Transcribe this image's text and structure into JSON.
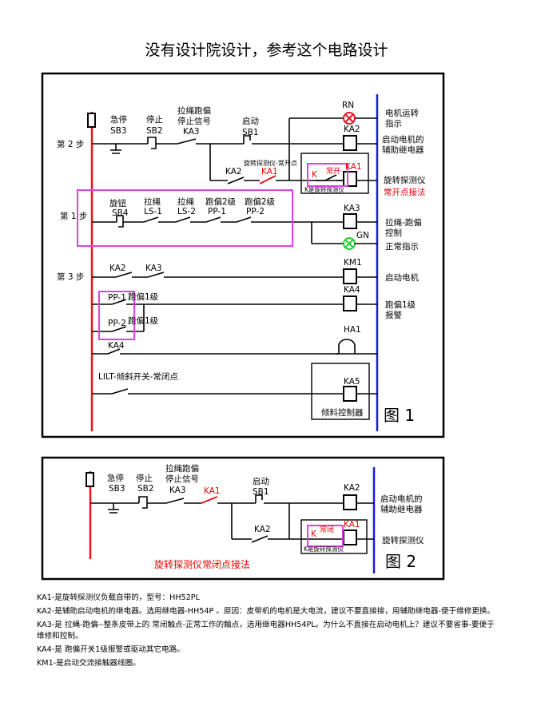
{
  "title": "没有设计院设计，参考这个电路设计",
  "fig1": {
    "label": "图 1",
    "steps": {
      "s2": "第 2 步",
      "s1": "第 1 步",
      "s3": "第 3 步"
    },
    "sb3": [
      "急停",
      "SB3"
    ],
    "sb2": [
      "停止",
      "SB2"
    ],
    "ka3_top": [
      "拉绳跑偏",
      "停止信号",
      "KA3"
    ],
    "sb1": [
      "启动",
      "SB1"
    ],
    "rn": "RN",
    "ka2": "KA2",
    "ka2_coil": "KA2",
    "ka1_red": "KA1",
    "rot_note": "旋转探测仪-常开点",
    "k": "K",
    "changkai": "常开",
    "ka1_coil": "KA1",
    "k_box": "K是旋转探测仪",
    "sb4": [
      "旋钮",
      "SB4"
    ],
    "ls1": [
      "拉绳",
      "LS-1"
    ],
    "ls2": [
      "拉绳",
      "LS-2"
    ],
    "pp1": [
      "跑偏2级",
      "PP-1"
    ],
    "pp2": [
      "跑偏2级",
      "PP-2"
    ],
    "ka3_coil": "KA3",
    "gn": "GN",
    "ka2_s3": "KA2",
    "ka3_s3": "KA3",
    "km1": "KM1",
    "pp1_l": "PP-1",
    "pp2_l": "PP-2",
    "pp_level1": "跑偏1级",
    "pp_level1b": "跑偏1级",
    "ka4_coil": "KA4",
    "ka4": "KA4",
    "ha1": "HA1",
    "lilt": "LILT-倾斜开关-常闭点",
    "ka5": "KA5",
    "tilt_ctrl": "倾料控制器",
    "right_labels": {
      "motor_run": [
        "电机运转",
        "指示"
      ],
      "aux_relay": [
        "启动电机的",
        "辅助继电器"
      ],
      "rot_det": "旋转探测仪",
      "no_wiring": "常开点接法",
      "rope_ctrl": [
        "拉绳-跑偏",
        "控制"
      ],
      "normal": "正常指示",
      "start_motor": "启动电机",
      "alarm": [
        "跑偏1级",
        "报警"
      ]
    }
  },
  "fig2": {
    "label": "图 2",
    "sb3": [
      "急停",
      "SB3"
    ],
    "sb2": [
      "停止",
      "SB2"
    ],
    "ka3": [
      "拉绳跑偏",
      "停止信号",
      "KA3"
    ],
    "ka1_red": "KA1",
    "sb1": [
      "启动",
      "SB1"
    ],
    "ka2_coil": "KA2",
    "ka2": "KA2",
    "k": "K",
    "changbi": "常闭",
    "ka1_coil": "KA1",
    "k_box": "K是旋转探测仪",
    "aux_relay": [
      "启动电机的",
      "辅助继电器"
    ],
    "rot_det": "旋转探测仪",
    "nc_wiring": "旋转探测仪常闭点接法"
  },
  "notes": [
    "KA1-是旋转探测仪负载自带的，型号：HH52PL",
    "KA2-是辅助启动电机的继电器。选用继电器-HH54P 。原因：皮带机的电机是大电流，建议不要直接接，用辅助继电器-便于维修更换。",
    "KA3-是 拉绳-跑偏--整条皮带上的 常闭触点-正常工作的触点，选用继电器HH54PL。为什么不直接在启动电机上？建议不要省事-要便于维修和控制。",
    "KA4-是 跑偏开关1级报警或驱动其它电路。",
    "KM1-是启动交流接触器线圈。"
  ],
  "colors": {
    "red": "#e8141e",
    "blue": "#1a1adb",
    "magenta": "#e23ee8",
    "green": "#22cc33"
  }
}
